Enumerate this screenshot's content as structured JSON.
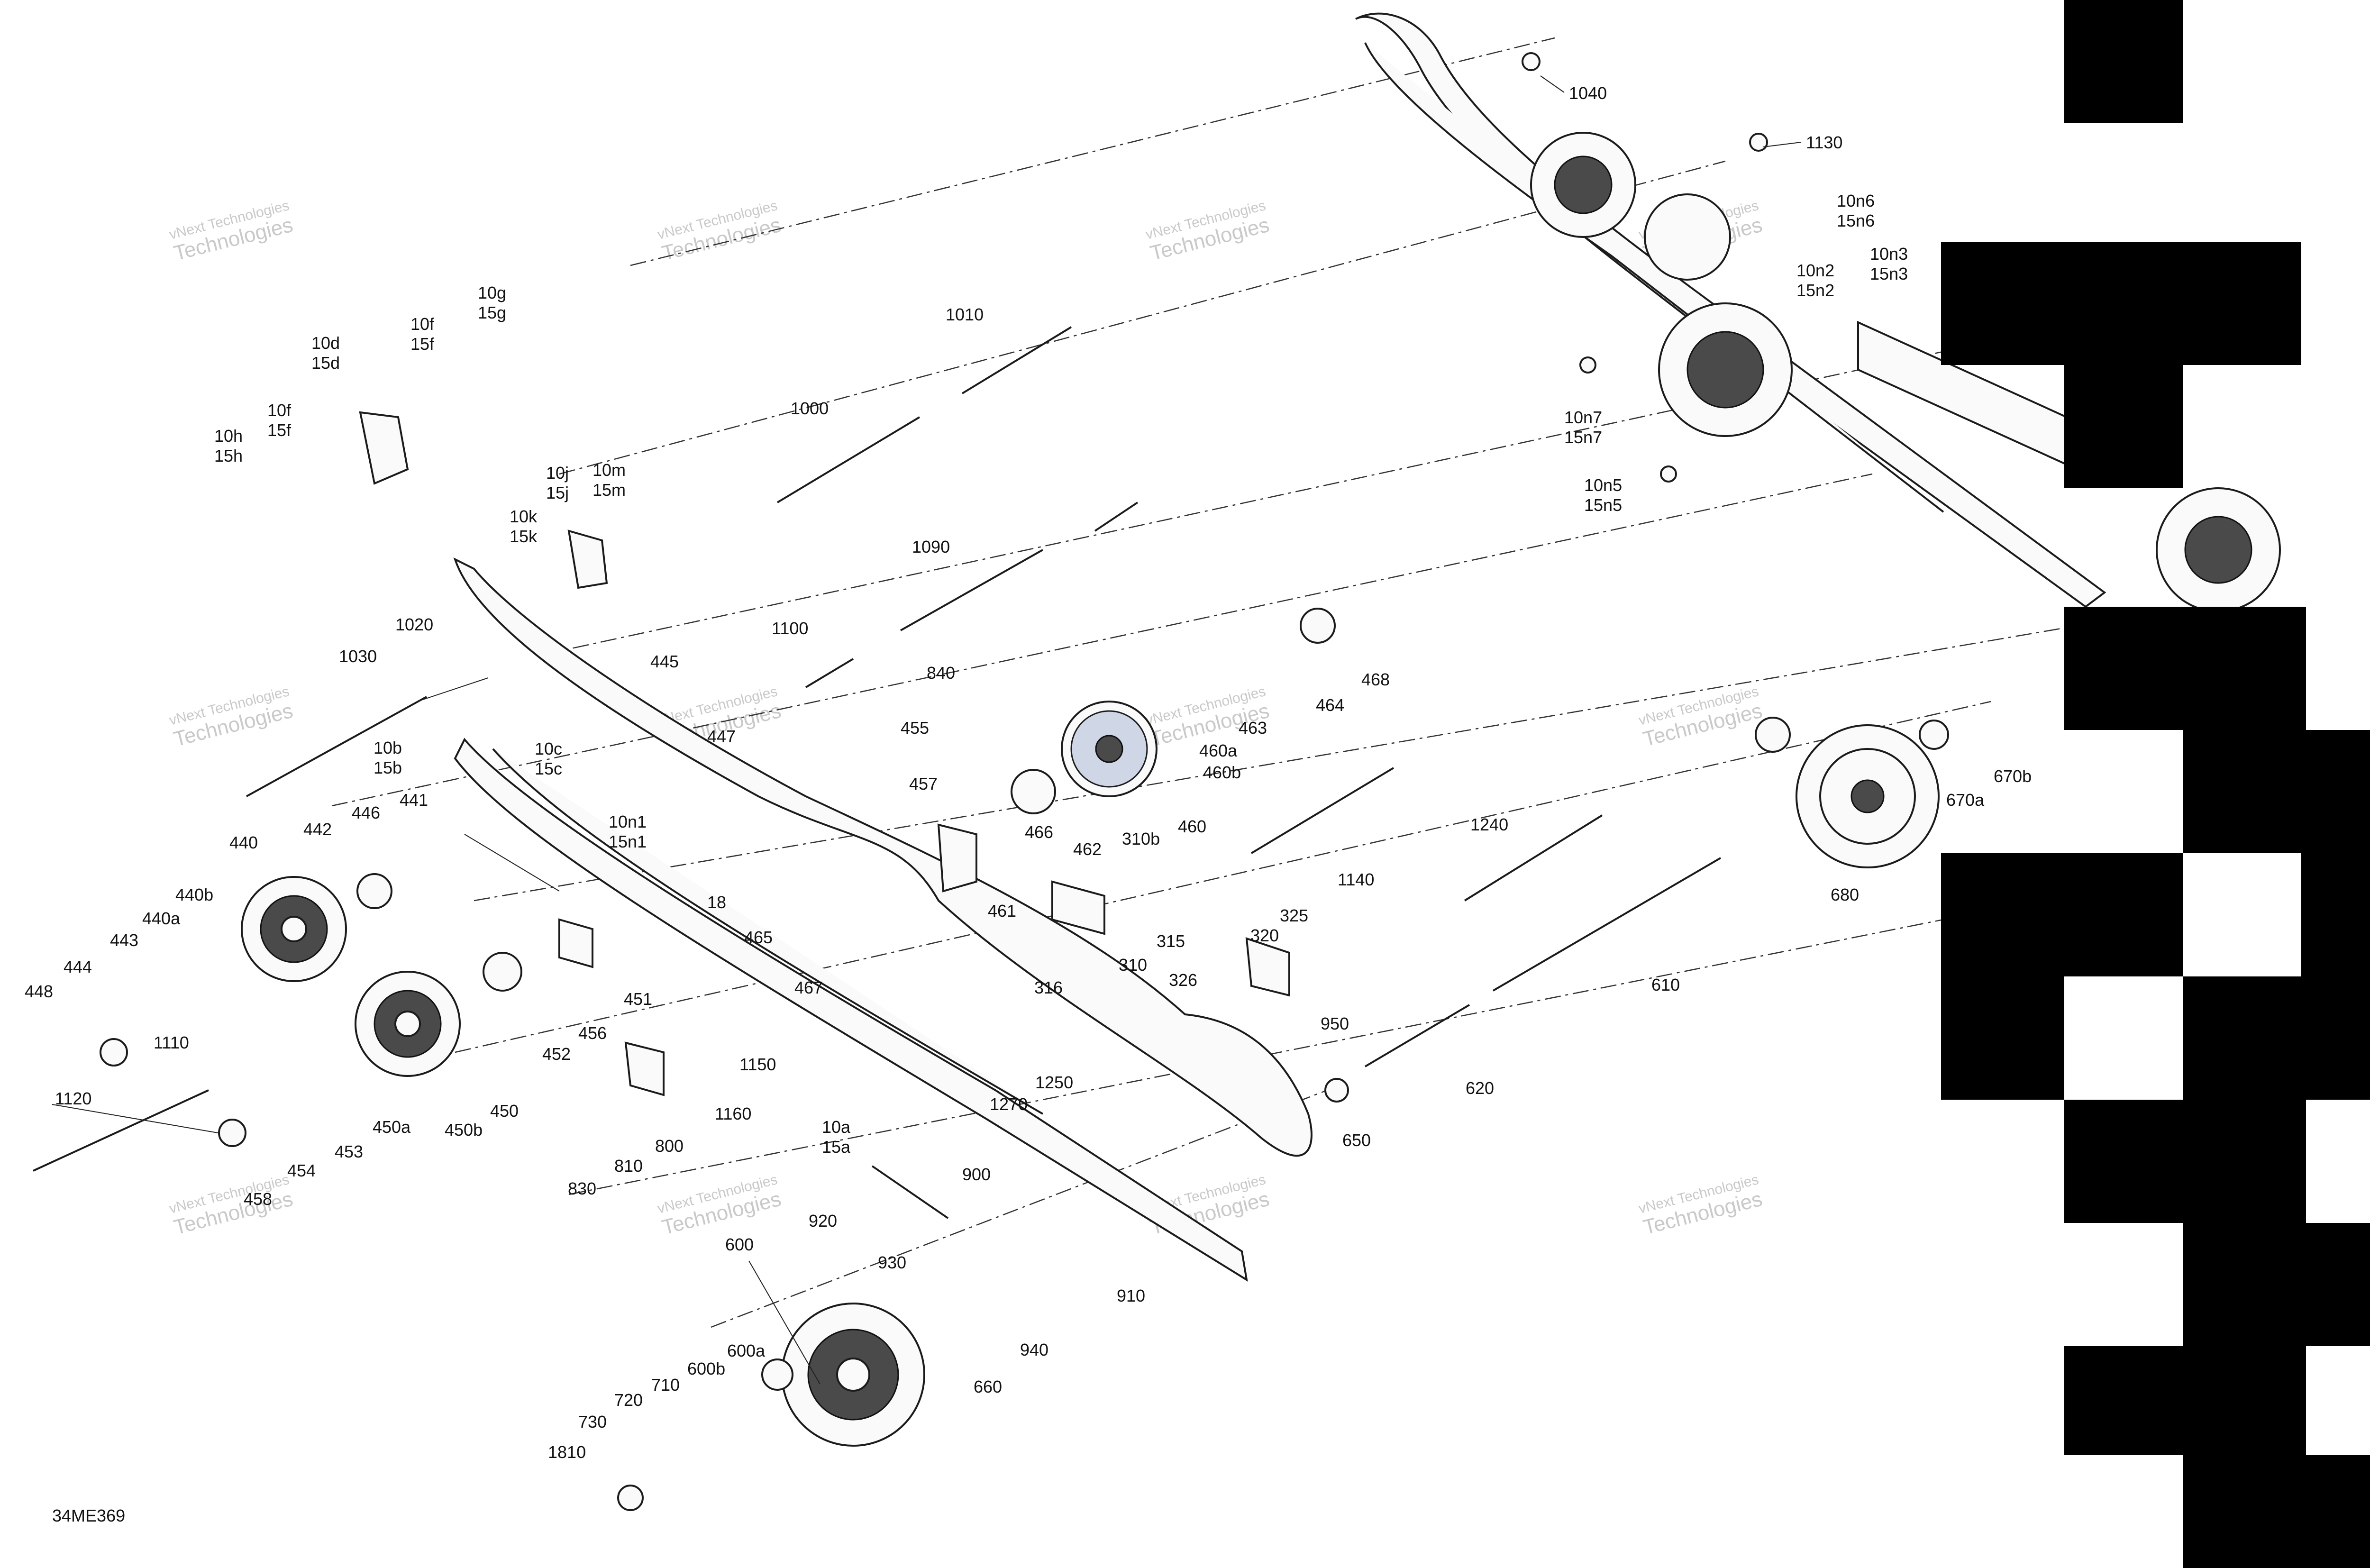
{
  "diagram": {
    "figure_code": "34ME369",
    "watermark": {
      "line1": "vNext Technologies",
      "line2": "vNext",
      "line3": "Technologies"
    },
    "labels": [
      "1040",
      "1130",
      "10n6",
      "15n6",
      "10n3",
      "15n3",
      "10n2",
      "15n2",
      "10n7",
      "15n7",
      "10n5",
      "15n5",
      "10g",
      "15g",
      "10f",
      "15f",
      "10d",
      "15d",
      "10f",
      "15f",
      "10h",
      "15h",
      "1010",
      "1000",
      "10j",
      "15j",
      "10m",
      "15m",
      "10k",
      "15k",
      "1090",
      "1100",
      "1020",
      "1030",
      "445",
      "447",
      "840",
      "455",
      "457",
      "468",
      "464",
      "463",
      "460a",
      "460b",
      "460",
      "462",
      "466",
      "461",
      "310b",
      "315",
      "310",
      "316",
      "10b",
      "15b",
      "10c",
      "15c",
      "441",
      "446",
      "442",
      "440",
      "440b",
      "440a",
      "443",
      "444",
      "448",
      "18",
      "465",
      "467",
      "10n1",
      "15n1",
      "1140",
      "1240",
      "610",
      "670b",
      "670a",
      "680",
      "325",
      "320",
      "326",
      "950",
      "650",
      "620",
      "451",
      "456",
      "452",
      "450",
      "450a",
      "450b",
      "453",
      "454",
      "458",
      "1110",
      "1120",
      "800",
      "810",
      "830",
      "1150",
      "1160",
      "10a",
      "15a",
      "1250",
      "1270",
      "900",
      "920",
      "910",
      "930",
      "940",
      "660",
      "600",
      "600a",
      "600b",
      "710",
      "720",
      "730",
      "1810"
    ]
  }
}
